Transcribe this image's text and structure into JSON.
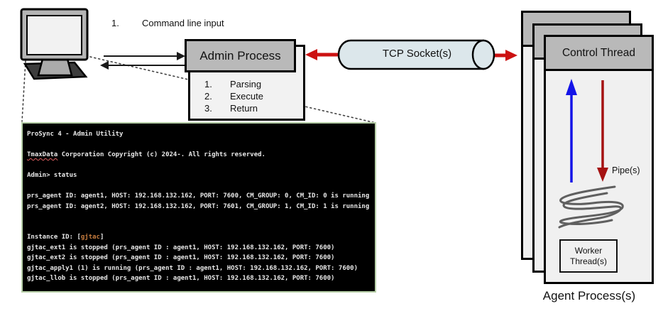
{
  "diagram": {
    "step_label": {
      "num": "1.",
      "text": "Command line input"
    },
    "admin_process": {
      "title": "Admin Process",
      "steps": [
        {
          "num": "1.",
          "label": "Parsing"
        },
        {
          "num": "2.",
          "label": "Execute"
        },
        {
          "num": "3.",
          "label": "Return"
        }
      ]
    },
    "tcp_socket_label": "TCP Socket(s)",
    "control_thread_label": "Control Thread",
    "pipes_label": "Pipe(s)",
    "worker_thread": {
      "line1": "Worker",
      "line2": "Thread(s)"
    },
    "agent_process_label": "Agent Process(s)"
  },
  "terminal": {
    "title": "ProSync 4 - Admin Utility",
    "copyright": {
      "highlight": "TmaxData",
      "rest": " Corporation Copyright (c) 2024-. All rights reserved."
    },
    "prompt": "Admin> status",
    "agents": [
      "prs_agent ID: agent1, HOST: 192.168.132.162, PORT: 7600, CM_GROUP: 0, CM_ID: 0 is running",
      "prs_agent ID: agent2, HOST: 192.168.132.162, PORT: 7601, CM_GROUP: 1, CM_ID: 1 is running"
    ],
    "instance": {
      "label": "Instance ID: ",
      "open": "[",
      "id": "gjtac",
      "close": "]"
    },
    "statuses": [
      "gjtac_ext1 is stopped (prs_agent ID : agent1, HOST: 192.168.132.162, PORT: 7600)",
      "gjtac_ext2 is stopped (prs_agent ID : agent1, HOST: 192.168.132.162, PORT: 7600)",
      "gjtac_apply1 (1) is running (prs_agent ID : agent1, HOST: 192.168.132.162, PORT: 7600)",
      "gjtac_llob is stopped (prs_agent ID : agent1, HOST: 192.168.132.162, PORT: 7600)"
    ]
  },
  "icons": {
    "monitor": "computer-monitor-icon",
    "cylinder": "tcp-socket-cylinder-icon",
    "scribble": "coil-scribble-icon",
    "black_right_arrow": "right-arrow-icon",
    "black_left_arrow": "left-arrow-icon",
    "red_left_arrow": "red-left-arrow-icon",
    "red_right_arrow": "red-right-arrow-icon",
    "blue_up_arrow": "blue-up-arrow-icon",
    "red_down_arrow": "red-down-arrow-icon"
  },
  "colors": {
    "terminal_border": "#b7cfa8",
    "terminal_bg": "#000000",
    "terminal_text": "#e8e8e8",
    "instance_id_text": "#c77c3e",
    "spellcheck_underline": "#e06060",
    "socket_arrow_red": "#cc1212",
    "pipe_down_red": "#a51212",
    "pipe_up_blue": "#1414e8",
    "box_header_gray": "#b9b9b9",
    "box_body_gray": "#f0f0f0",
    "cylinder_fill": "#dce7eb"
  }
}
